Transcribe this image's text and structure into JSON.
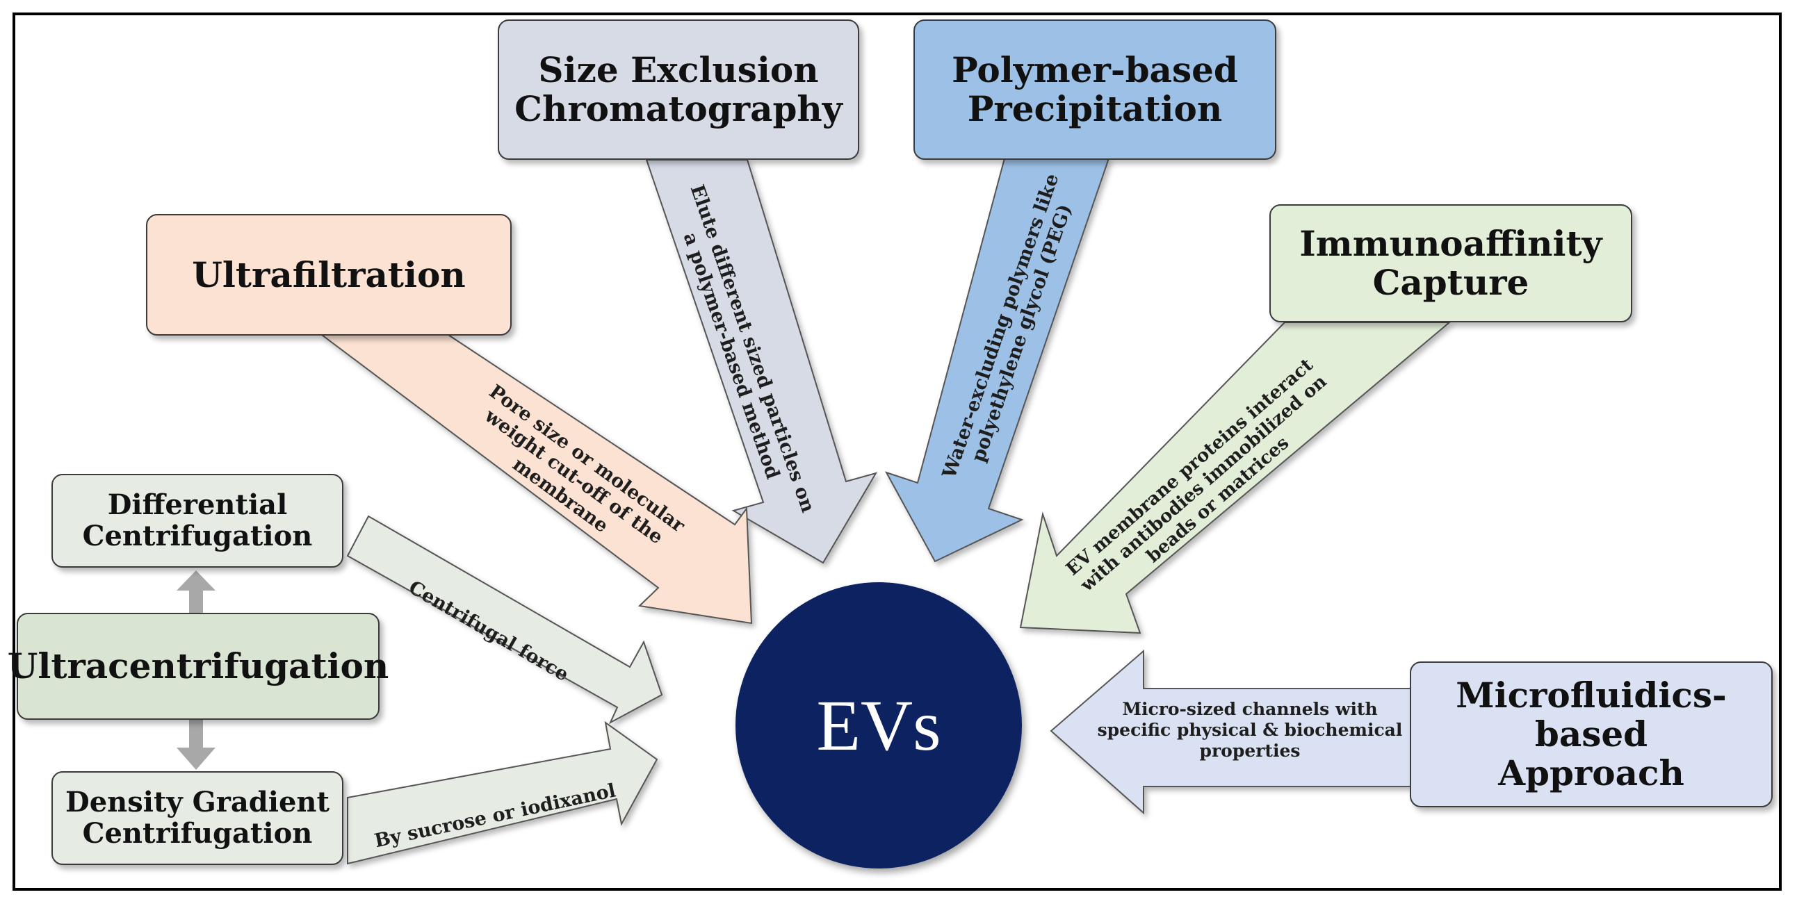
{
  "center": {
    "label": "EVs",
    "color": "#0d2260"
  },
  "methods": {
    "size_exclusion": {
      "line1": "Size Exclusion",
      "line2": "Chromatography",
      "color": "#d6dbe6",
      "arrow_line1": "Elute different sized particles on",
      "arrow_line2": "a polymer-based method"
    },
    "polymer": {
      "line1": "Polymer-based",
      "line2": "Precipitation",
      "color": "#9dc1e6",
      "arrow_line1": "Water-excluding polymers like",
      "arrow_line2": "polyethylene glycol (PEG)"
    },
    "ultrafiltration": {
      "label": "Ultrafiltration",
      "color": "#fbe2d3",
      "arrow_line1": "Pore size or molecular",
      "arrow_line2": "weight cut-off of the",
      "arrow_line3": "membrane"
    },
    "immunoaffinity": {
      "line1": "Immunoaffinity",
      "line2": "Capture",
      "color": "#e3eed9",
      "arrow_line1": "EV membrane proteins interact",
      "arrow_line2": "with antibodies immobilized on",
      "arrow_line3": "beads or matrices"
    },
    "ultracentrifugation": {
      "label": "Ultracentrifugation",
      "color": "#d9e4d3"
    },
    "differential": {
      "line1": "Differential",
      "line2": "Centrifugation",
      "color": "#e6ebe3",
      "arrow_label": "Centrifugal force"
    },
    "density_gradient": {
      "line1": "Density Gradient",
      "line2": "Centrifugation",
      "color": "#e6ebe3",
      "arrow_label": "By sucrose or iodixanol"
    },
    "microfluidics": {
      "line1": "Microfluidics-based",
      "line2": "Approach",
      "color": "#dae1f2",
      "arrow_line1": "Micro-sized channels with",
      "arrow_line2": "specific physical & biochemical",
      "arrow_line3": "properties"
    }
  }
}
